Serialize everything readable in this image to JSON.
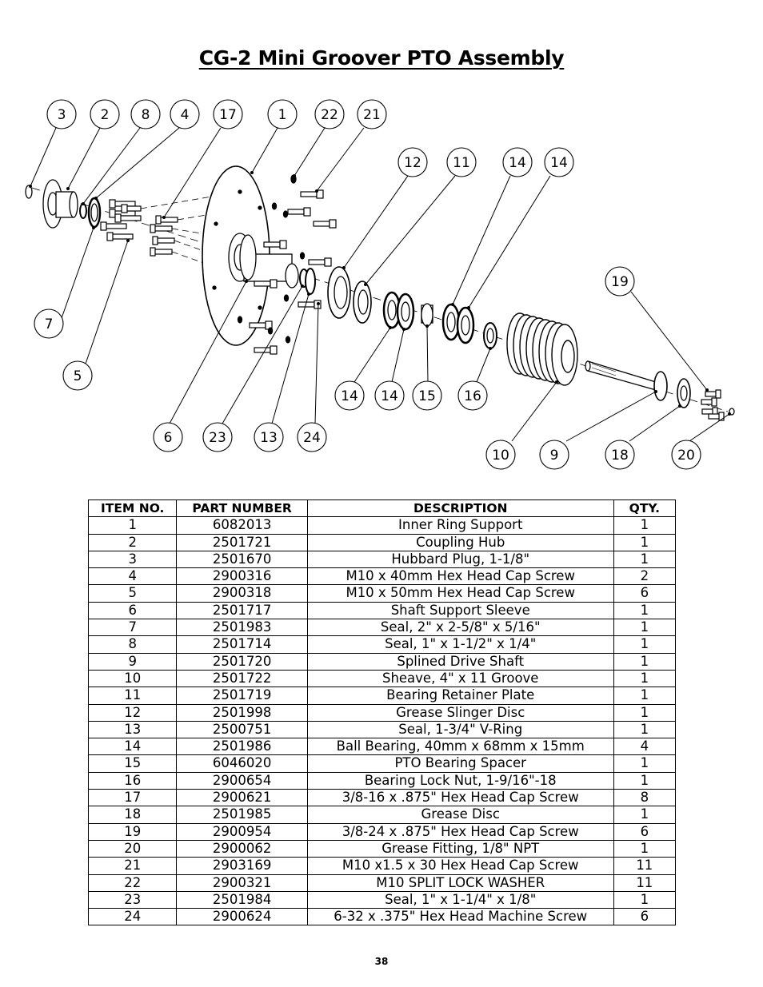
{
  "page": {
    "title": "CG-2 Mini Groover PTO Assembly",
    "page_number": "38"
  },
  "diagram": {
    "callouts": [
      "3",
      "2",
      "8",
      "4",
      "17",
      "1",
      "22",
      "21",
      "12",
      "11",
      "14",
      "14",
      "19",
      "7",
      "5",
      "14",
      "14",
      "15",
      "16",
      "6",
      "23",
      "13",
      "24",
      "10",
      "9",
      "18",
      "20"
    ]
  },
  "table": {
    "headers": [
      "ITEM NO.",
      "PART NUMBER",
      "DESCRIPTION",
      "QTY."
    ],
    "rows": [
      [
        "1",
        "6082013",
        "Inner Ring Support",
        "1"
      ],
      [
        "2",
        "2501721",
        "Coupling Hub",
        "1"
      ],
      [
        "3",
        "2501670",
        "Hubbard Plug, 1-1/8\"",
        "1"
      ],
      [
        "4",
        "2900316",
        "M10 x 40mm Hex Head Cap Screw",
        "2"
      ],
      [
        "5",
        "2900318",
        "M10 x 50mm Hex Head Cap Screw",
        "6"
      ],
      [
        "6",
        "2501717",
        "Shaft Support Sleeve",
        "1"
      ],
      [
        "7",
        "2501983",
        "Seal, 2\" x 2-5/8\" x 5/16\"",
        "1"
      ],
      [
        "8",
        "2501714",
        "Seal, 1\" x 1-1/2\" x 1/4\"",
        "1"
      ],
      [
        "9",
        "2501720",
        "Splined Drive Shaft",
        "1"
      ],
      [
        "10",
        "2501722",
        "Sheave, 4\" x 11 Groove",
        "1"
      ],
      [
        "11",
        "2501719",
        "Bearing Retainer Plate",
        "1"
      ],
      [
        "12",
        "2501998",
        "Grease Slinger Disc",
        "1"
      ],
      [
        "13",
        "2500751",
        "Seal, 1-3/4\" V-Ring",
        "1"
      ],
      [
        "14",
        "2501986",
        "Ball Bearing, 40mm x 68mm x 15mm",
        "4"
      ],
      [
        "15",
        "6046020",
        "PTO Bearing Spacer",
        "1"
      ],
      [
        "16",
        "2900654",
        "Bearing Lock Nut, 1-9/16\"-18",
        "1"
      ],
      [
        "17",
        "2900621",
        "3/8-16 x .875\" Hex Head Cap Screw",
        "8"
      ],
      [
        "18",
        "2501985",
        "Grease Disc",
        "1"
      ],
      [
        "19",
        "2900954",
        "3/8-24 x .875\" Hex Head Cap Screw",
        "6"
      ],
      [
        "20",
        "2900062",
        "Grease Fitting, 1/8\" NPT",
        "1"
      ],
      [
        "21",
        "2903169",
        "M10 x1.5 x 30 Hex Head Cap Screw",
        "11"
      ],
      [
        "22",
        "2900321",
        "M10 SPLIT LOCK WASHER",
        "11"
      ],
      [
        "23",
        "2501984",
        "Seal, 1\" x 1-1/4\" x 1/8\"",
        "1"
      ],
      [
        "24",
        "2900624",
        "6-32 x .375\" Hex Head Machine Screw",
        "6"
      ]
    ]
  }
}
